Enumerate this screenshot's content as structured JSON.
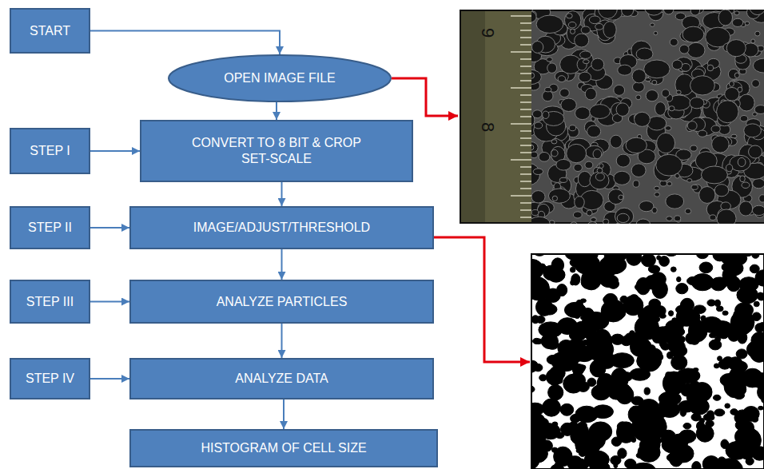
{
  "diagram": {
    "nodes": [
      {
        "text": [
          "START"
        ]
      },
      {
        "text": [
          "OPEN IMAGE FILE"
        ]
      },
      {
        "text": [
          "STEP I"
        ]
      },
      {
        "text": [
          "CONVERT TO 8 BIT & CROP SET-SCALE"
        ]
      },
      {
        "text": [
          "STEP II"
        ]
      },
      {
        "text": [
          "IMAGE/ADJUST/THRESHOLD"
        ]
      },
      {
        "text": [
          "STEP III"
        ]
      },
      {
        "text": [
          "ANALYZE PARTICLES"
        ]
      },
      {
        "text": [
          "STEP IV"
        ]
      },
      {
        "text": [
          "ANALYZE DATA"
        ]
      },
      {
        "text": [
          "HISTOGRAM OF CELL SIZE"
        ]
      }
    ],
    "edges": [
      {
        "from": 0,
        "to": 1,
        "arrow": "to"
      },
      {
        "from": 1,
        "to": 3,
        "arrow": "to"
      },
      {
        "from": 2,
        "to": 3,
        "arrow": "to"
      },
      {
        "from": 3,
        "to": 5,
        "arrow": "to"
      },
      {
        "from": 4,
        "to": 5,
        "arrow": "to"
      },
      {
        "from": 5,
        "to": 7,
        "arrow": "to"
      },
      {
        "from": 6,
        "to": 7,
        "arrow": "to"
      },
      {
        "from": 7,
        "to": 9,
        "arrow": "to"
      },
      {
        "from": 8,
        "to": 9,
        "arrow": "to"
      },
      {
        "from": 9,
        "to": 10,
        "arrow": "to"
      }
    ],
    "labels": [
      "9",
      "8"
    ]
  }
}
